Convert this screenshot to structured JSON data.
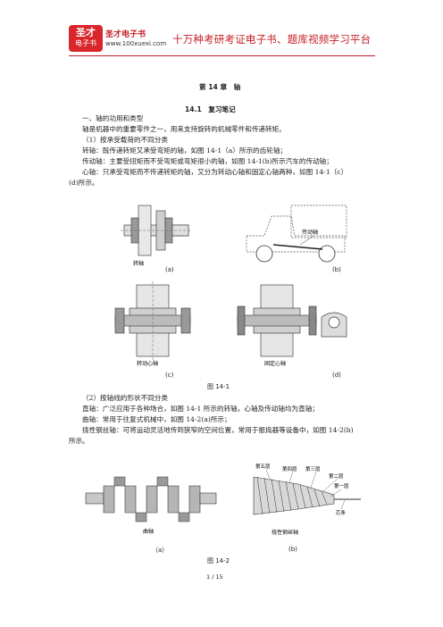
{
  "header": {
    "logo_line1": "圣才",
    "logo_line2": "电子书",
    "brand": "圣才电子书",
    "url": "www.100xuexi.com",
    "slogan": "十万种考研考证电子书、题库视频学习平台"
  },
  "chapter_title": "第 14 章　轴",
  "section_title": "14.1　复习笔记",
  "paragraphs": {
    "p1": "一、轴的功用和类型",
    "p2": "轴是机器中的重要零件之一，用来支持旋转的机械零件和传递转矩。",
    "p3": "（1）按承受载荷的不同分类",
    "p4": "转轴：既传递转矩又承受弯矩的轴，如图 14-1（a）所示的齿轮轴；",
    "p5": "传动轴：主要受扭矩而不受弯矩或弯矩很小的轴，如图 14-1(b)所示汽车的传动轴；",
    "p6a": "心轴：只承受弯矩而不传递转矩的轴，又分为转动心轴和固定心轴两种，如图 14-1（c）",
    "p6b": "(d)所示。",
    "p7": "（2）按轴线的形状不同分类",
    "p8": "直轴：广泛应用于各种场合，如图 14-1 所示的转轴，心轴及传动轴均为直轴；",
    "p9": "曲轴：常用于往复式机械中，如图 14-2(a)所示；",
    "p10a": "挠性钢丝轴：可将运动灵活地传到狭窄的空间位置，常用于振捣器等设备中，如图 14-2(b)",
    "p10b": "所示。"
  },
  "figure1": {
    "a_label": "(a)",
    "a_inner": "转轴",
    "b_label": "(b)",
    "b_inner": "传动轴",
    "c_label": "(c)",
    "c_inner": "转动心轴",
    "d_label": "(d)",
    "d_inner": "固定心轴",
    "caption": "图 14-1"
  },
  "figure2": {
    "a_label": "（a）",
    "a_inner": "曲轴",
    "b_label": "(b)",
    "b_inner": "挠性钢丝轴",
    "layer5": "第五层",
    "layer4": "第四层",
    "layer3": "第三层",
    "layer2": "第二层",
    "layer1": "第一层",
    "core": "芯条",
    "caption": "图 14-2"
  },
  "footer": {
    "page": "1 / 15"
  },
  "colors": {
    "brand_red": "#c51f26",
    "logo_red": "#d8262b"
  }
}
